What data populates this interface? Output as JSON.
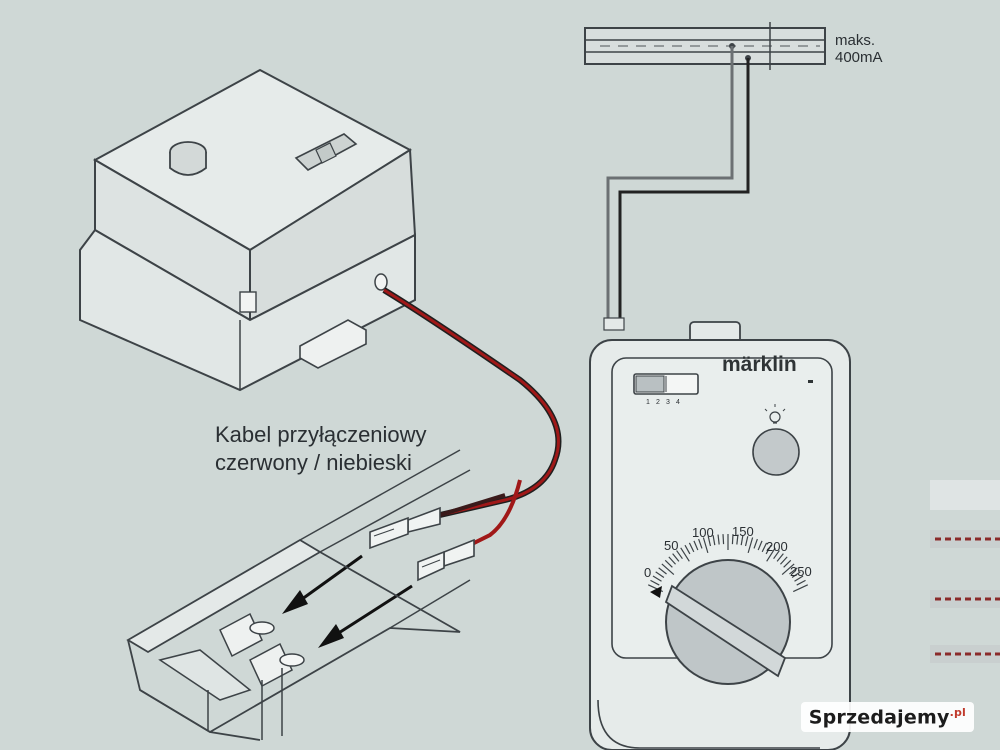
{
  "cable_label": {
    "line1": "Kabel przyłączeniowy",
    "line2": "czerwony / niebieski"
  },
  "track_limit": {
    "line1": "maks.",
    "line2": "400mA"
  },
  "controller": {
    "brand": "märklin",
    "switch_positions": [
      "1",
      "2",
      "3",
      "4"
    ],
    "speed_scale": [
      "0",
      "50",
      "100",
      "150",
      "200",
      "250"
    ]
  },
  "watermark": {
    "text": "Sprzedajemy",
    "suffix": ".pl"
  },
  "colors": {
    "background": "#cfd8d6",
    "wire_red": "#a01818",
    "wire_dark": "#222222",
    "line": "#3d4347",
    "fill_light": "#e4e9e8"
  }
}
